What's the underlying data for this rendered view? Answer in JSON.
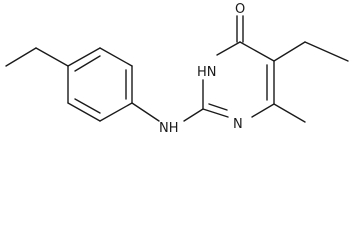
{
  "molecule": {
    "atoms": {
      "oxygen": "O",
      "ring_nh": "HN",
      "linker_nh": "NH",
      "ring_n": "N"
    }
  }
}
